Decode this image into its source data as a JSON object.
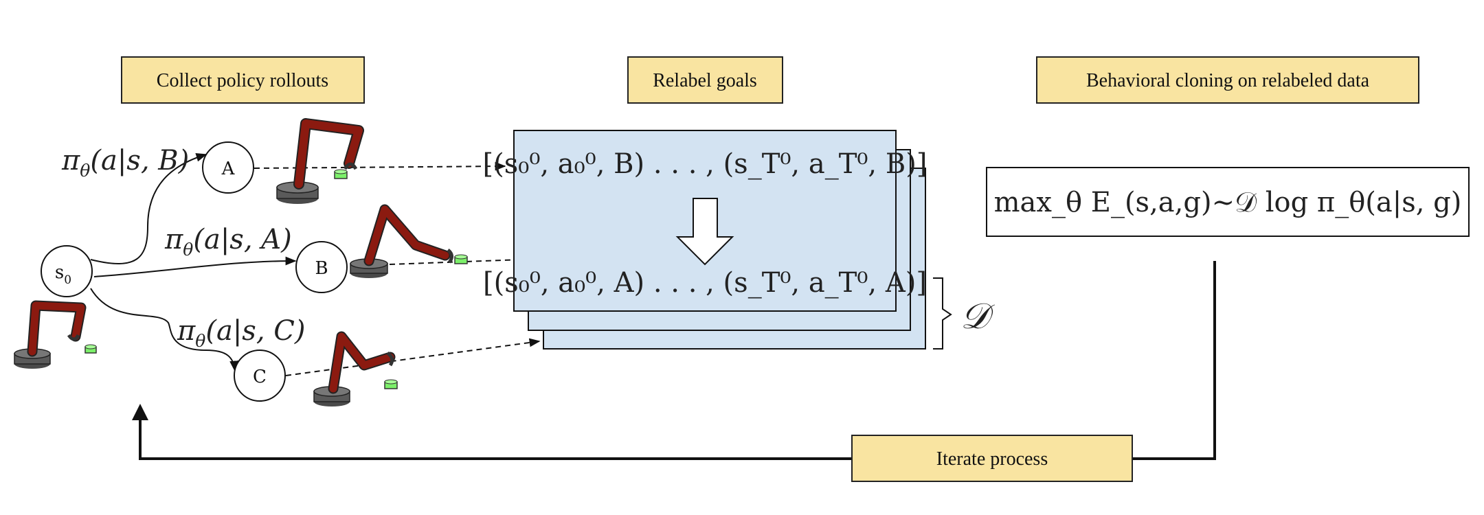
{
  "stages": {
    "collect": "Collect policy rollouts",
    "relabel": "Relabel goals",
    "bc": "Behavioral cloning on relabeled data",
    "iterate": "Iterate process"
  },
  "states": {
    "start": "s",
    "start_sub": "0",
    "a": "A",
    "b": "B",
    "c": "C"
  },
  "policies": {
    "to_a": {
      "prefix": "π",
      "sub": "θ",
      "args": "(a|s, B)"
    },
    "to_b": {
      "prefix": "π",
      "sub": "θ",
      "args": "(a|s, A)"
    },
    "to_c": {
      "prefix": "π",
      "sub": "θ",
      "args": "(a|s, C)"
    }
  },
  "dataset": {
    "top_row": "[(s₀⁰, a₀⁰, B) . . . , (s_T⁰, a_T⁰, B)]",
    "bottom_row": "[(s₀⁰, a₀⁰, A) . . . , (s_T⁰, a_T⁰, A)]",
    "symbol": "𝒟"
  },
  "objective": "max_θ E_(s,a,g)∼𝒟 log π_θ(a|s, g)",
  "colors": {
    "label_fill": "#f9e4a1",
    "card_fill": "#d3e3f2",
    "robot_arm": "#8b1a10",
    "robot_base": "#5a5a5a",
    "puck": "#7cf06a"
  }
}
